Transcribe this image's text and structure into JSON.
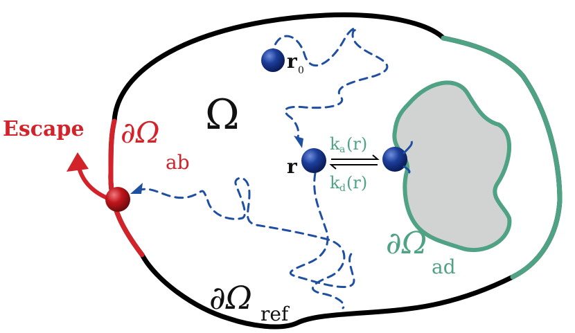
{
  "labels": {
    "domain": "Ω",
    "absorbing_boundary": "∂Ω",
    "absorbing_sub": "ab",
    "adsorbing_boundary": "∂Ω",
    "adsorbing_sub": "ad",
    "reflecting_boundary": "∂Ω",
    "reflecting_sub": "ref",
    "escape": "Escape",
    "initial_position": "r",
    "initial_sub": "0",
    "position": "r",
    "ka_main": "k",
    "ka_sub": "a",
    "ka_arg": "(r)",
    "kd_main": "k",
    "kd_sub": "d",
    "kd_arg": "(r)"
  },
  "colors": {
    "reflecting": "#000000",
    "absorbing": "#d2232a",
    "adsorbing": "#4fa283",
    "path": "#1f4fa0",
    "particle": "#1b3a8c",
    "escape_particle": "#c0161c",
    "obstacle": "#d1d3d2"
  },
  "icons": {
    "particle": "sphere-icon",
    "escape_arrow": "curved-arrow-icon",
    "rate_arrows": "equilibrium-arrows-icon"
  }
}
